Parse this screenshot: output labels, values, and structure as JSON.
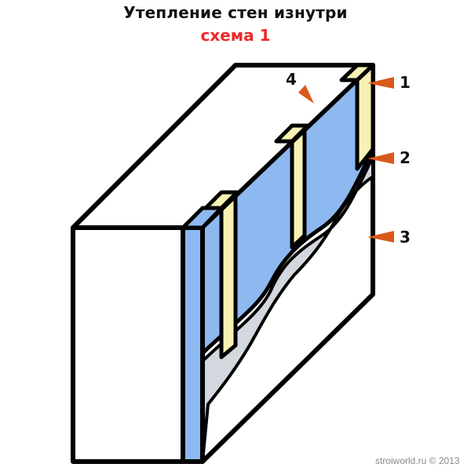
{
  "header": {
    "title": "Утепление стен изнутри",
    "subtitle": "схема 1"
  },
  "labels": [
    {
      "id": "1",
      "text": "1"
    },
    {
      "id": "2",
      "text": "2"
    },
    {
      "id": "3",
      "text": "3"
    },
    {
      "id": "4",
      "text": "4"
    }
  ],
  "footer": {
    "credit": "stroiworld.ru  © 2013"
  },
  "colors": {
    "insulation_board": "#8db8f0",
    "frame_stud": "#f7f2b4",
    "plaster_layer": "#d3d7de",
    "wall": "#ffffff",
    "pointer": "#d9591a",
    "title_accent": "#ee2a2a",
    "outline": "#000000"
  }
}
